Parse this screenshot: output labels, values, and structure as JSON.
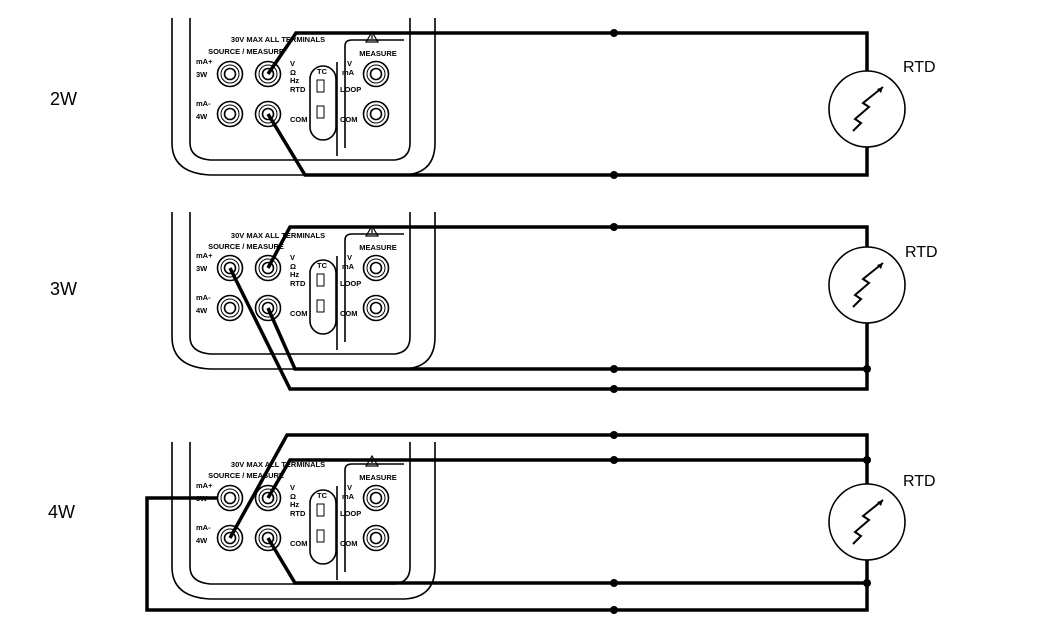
{
  "meter": {
    "warning_label": "30V MAX ALL TERMINALS",
    "source_measure_label": "SOURCE / MEASURE",
    "measure_label": "MEASURE",
    "terminal_labels": {
      "ma_plus": "mA+",
      "three_w": "3W",
      "ma_minus": "mA-",
      "four_w": "4W",
      "v": "V",
      "ohm": "Ω",
      "hz": "Hz",
      "rtd": "RTD",
      "com": "COM",
      "tc": "TC",
      "measure_v": "V",
      "measure_ma": "mA",
      "loop": "LOOP",
      "measure_com": "COM"
    }
  },
  "panels": [
    {
      "label": "2W",
      "rtd_label": "RTD"
    },
    {
      "label": "3W",
      "rtd_label": "RTD"
    },
    {
      "label": "4W",
      "rtd_label": "RTD"
    }
  ]
}
